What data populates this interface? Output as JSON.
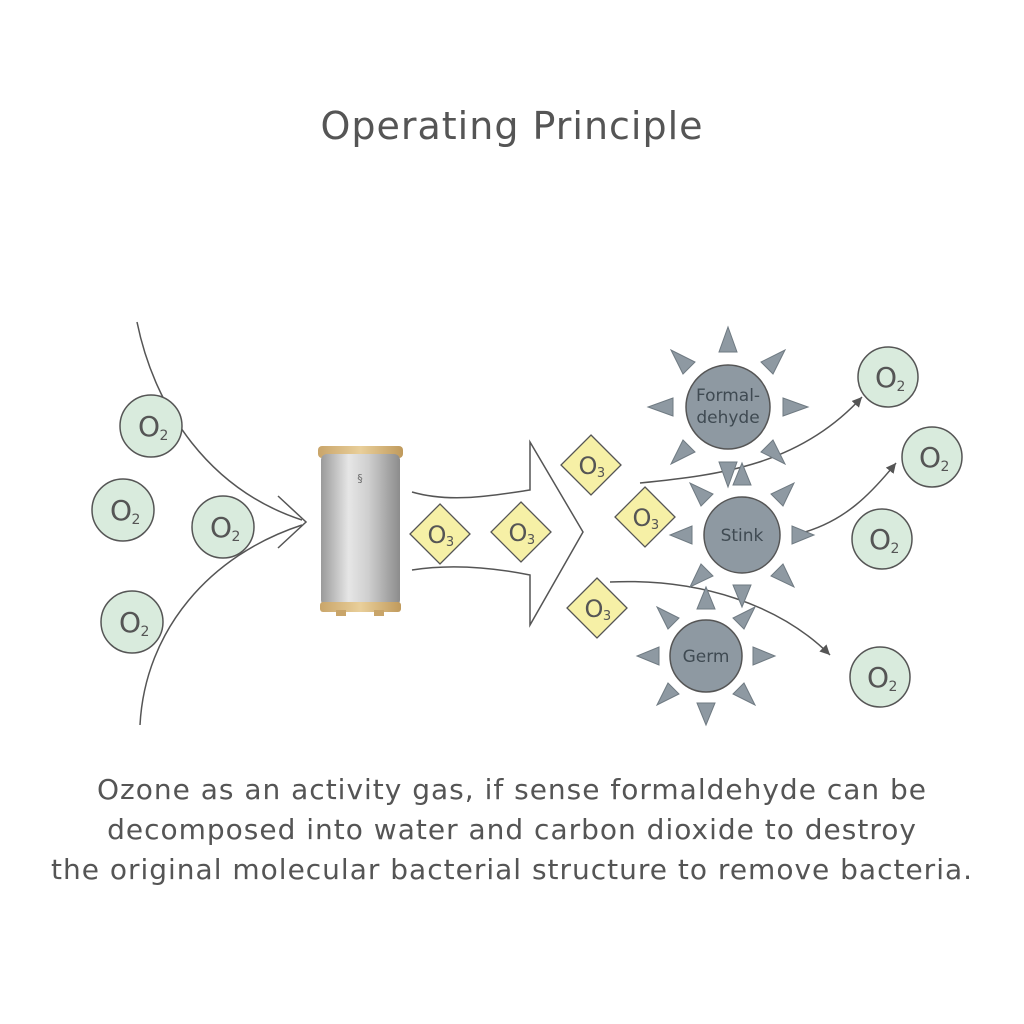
{
  "title": "Operating Principle",
  "molecules": {
    "oxygen": "O",
    "oxygen_subscript": "2",
    "ozone": "O",
    "ozone_subscript": "3"
  },
  "targets": {
    "formaldehyde_line1": "Formal-",
    "formaldehyde_line2": "dehyde",
    "stink": "Stink",
    "germ": "Germ"
  },
  "caption": {
    "line1": "Ozone as an activity gas, if sense formaldehyde can be",
    "line2": "decomposed into water and carbon dioxide to destroy",
    "line3": "the original molecular bacterial structure to remove bacteria."
  },
  "colors": {
    "o2_fill": "#d9ebdd",
    "o2_stroke": "#555555",
    "o3_fill": "#f6f0a6",
    "threat_fill": "#8e99a2",
    "line": "#555555"
  }
}
